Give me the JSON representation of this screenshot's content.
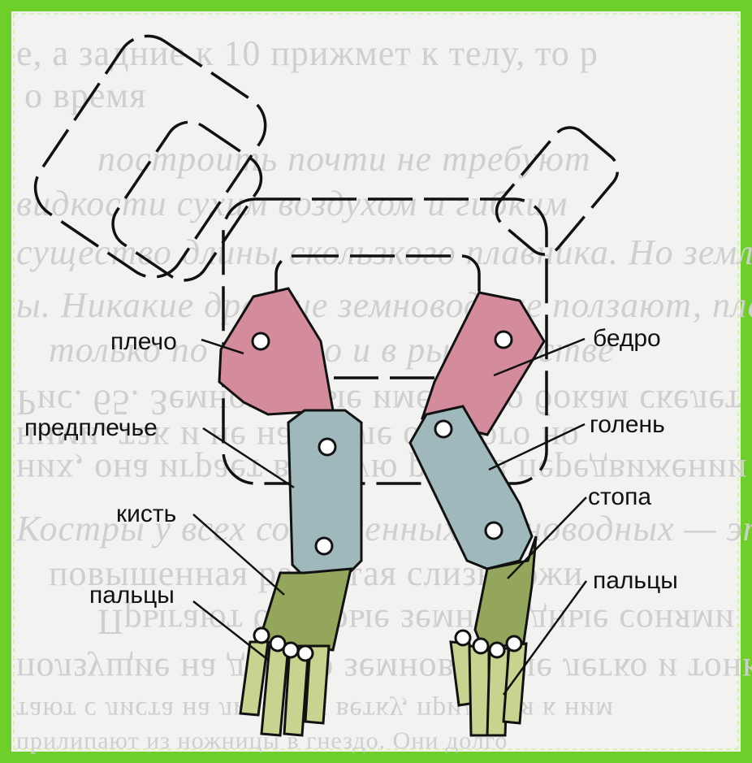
{
  "labels": {
    "shoulder": "плечо",
    "forearm": "предплечье",
    "wrist": "кисть",
    "fingers_left": "пальцы",
    "thigh": "бедро",
    "shin": "голень",
    "foot": "стопа",
    "fingers_right": "пальцы"
  },
  "background_text": [
    "е, а задние к 10 прижмет к телу, то р",
    "о время",
    "построить почти не требуют",
    "видкости сухим воздухом и гибким",
    "существо длины скользкого плавника. Но земле",
    "ы. Никакие древние земноводные ползают, плав",
    "только по суше но и в рыболовстве",
    "Рис. 65. Земноводные имеют по бокам скелет",
    "ними, так и не на земле от этого но",
    "них, она играет важную роль в передвижении",
    "Костры у всех современных земноводных — это",
    "повышенная развитая слизь кожи",
    "Прыгают быстрые земноводные сонями",
    "ползущие на дерево земноводные легко и тонко",
    "тают с листа на лист или ветку, прилипая к ним",
    "прилипают из ножницы в гнездо. Они долго"
  ],
  "colors": {
    "frame": "#6fcf2a",
    "upper_segment": "#d48c9c",
    "middle_segment": "#9fb8bc",
    "hand_segment": "#93a65c",
    "fingers": "#c9d28e"
  }
}
